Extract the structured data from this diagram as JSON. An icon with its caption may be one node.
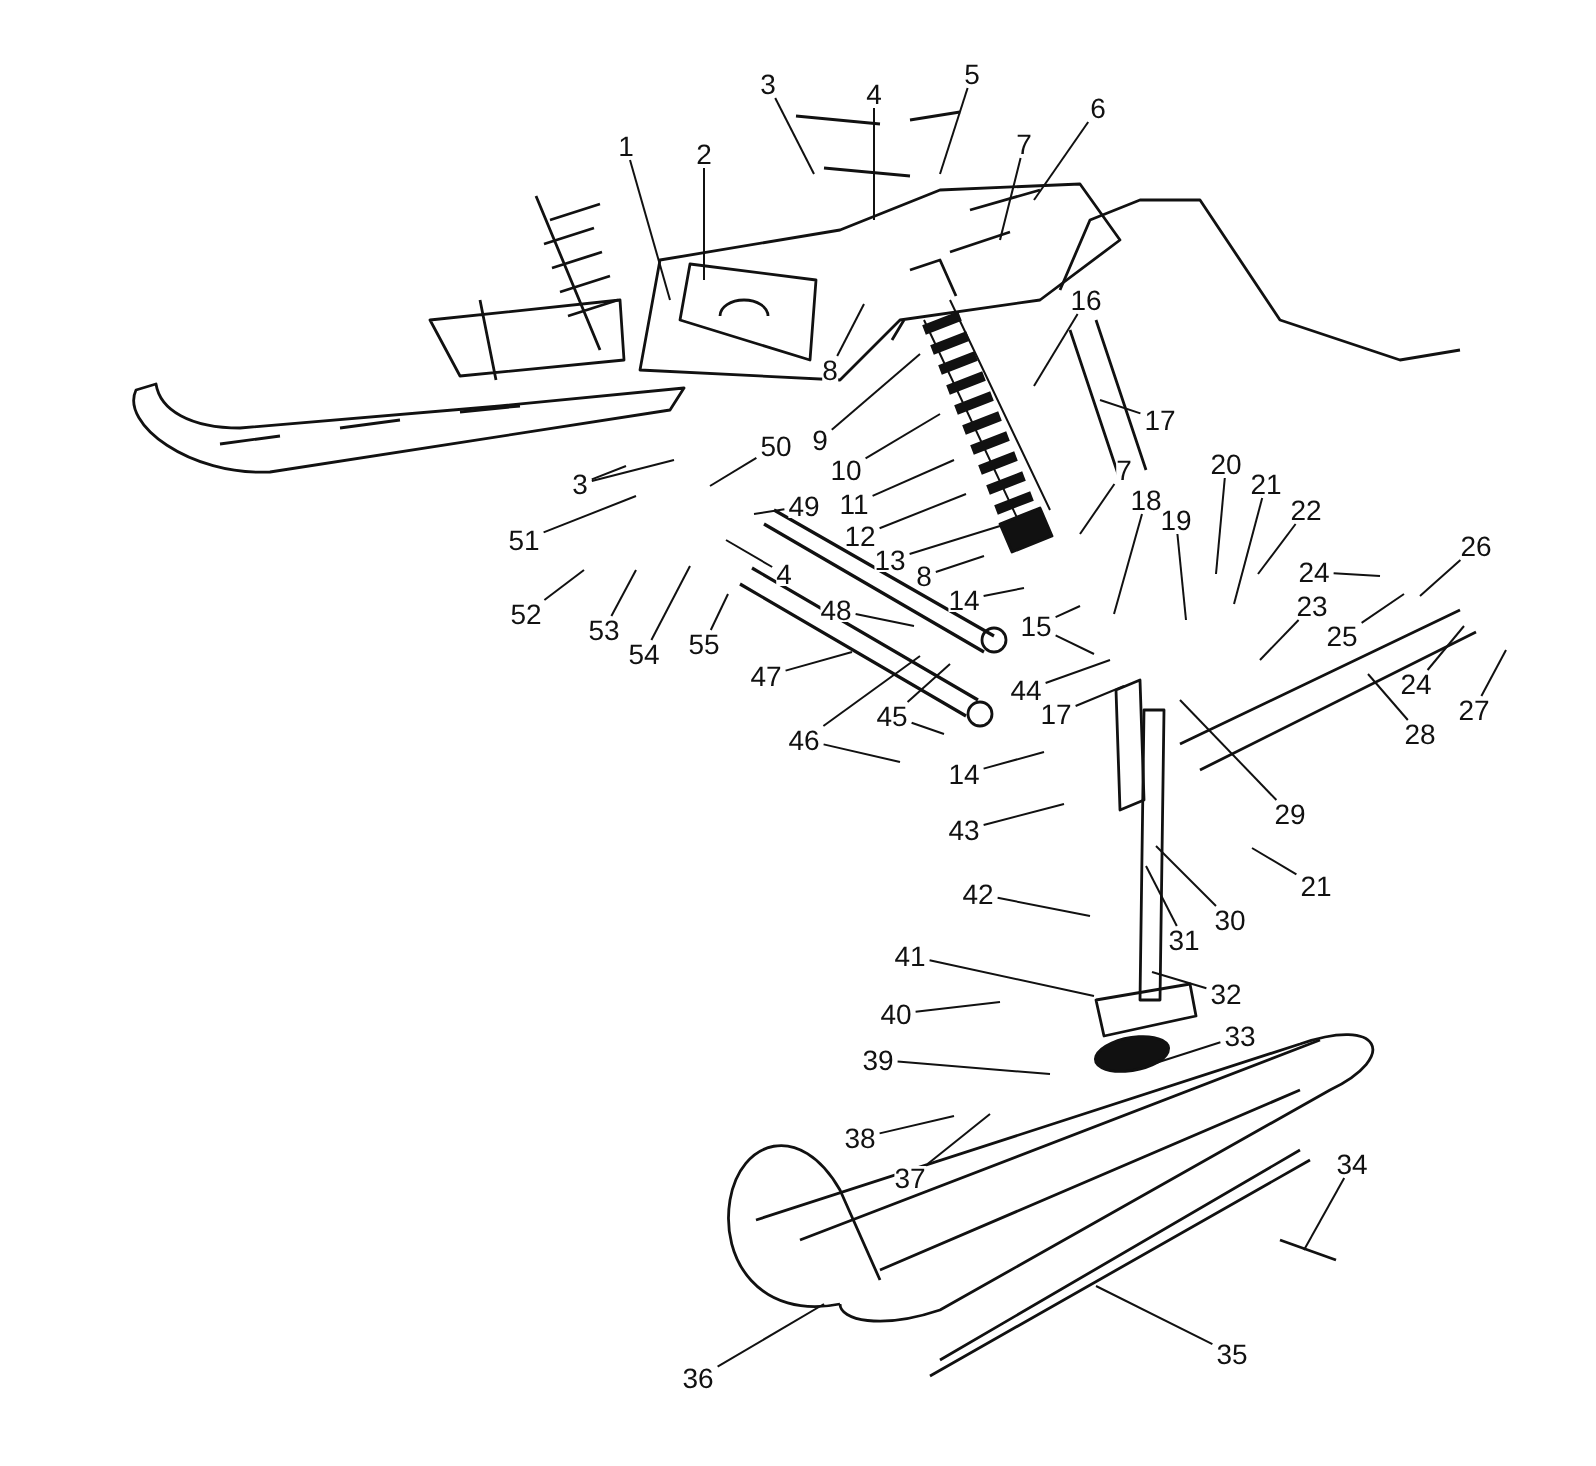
{
  "diagram": {
    "nodes": [
      {
        "text": [
          "1"
        ]
      },
      {
        "text": [
          "2"
        ]
      },
      {
        "text": [
          "3"
        ]
      },
      {
        "text": [
          "4"
        ]
      },
      {
        "text": [
          "5"
        ]
      },
      {
        "text": [
          "6"
        ]
      },
      {
        "text": [
          "7"
        ]
      },
      {
        "text": [
          "16"
        ]
      },
      {
        "text": [
          "8"
        ]
      },
      {
        "text": [
          "17"
        ]
      },
      {
        "text": [
          "9"
        ]
      },
      {
        "text": [
          "50"
        ]
      },
      {
        "text": [
          "20"
        ]
      },
      {
        "text": [
          "10"
        ]
      },
      {
        "text": [
          "7"
        ]
      },
      {
        "text": [
          "3"
        ]
      },
      {
        "text": [
          "21"
        ]
      },
      {
        "text": [
          "18"
        ]
      },
      {
        "text": [
          "11"
        ]
      },
      {
        "text": [
          "49"
        ]
      },
      {
        "text": [
          "22"
        ]
      },
      {
        "text": [
          "19"
        ]
      },
      {
        "text": [
          "12"
        ]
      },
      {
        "text": [
          "51"
        ]
      },
      {
        "text": [
          "26"
        ]
      },
      {
        "text": [
          "13"
        ]
      },
      {
        "text": [
          "24"
        ]
      },
      {
        "text": [
          "4"
        ]
      },
      {
        "text": [
          "8"
        ]
      },
      {
        "text": [
          "14"
        ]
      },
      {
        "text": [
          "23"
        ]
      },
      {
        "text": [
          "48"
        ]
      },
      {
        "text": [
          "52"
        ]
      },
      {
        "text": [
          "15"
        ]
      },
      {
        "text": [
          "53"
        ]
      },
      {
        "text": [
          "25"
        ]
      },
      {
        "text": [
          "55"
        ]
      },
      {
        "text": [
          "54"
        ]
      },
      {
        "text": [
          "47"
        ]
      },
      {
        "text": [
          "24"
        ]
      },
      {
        "text": [
          "44"
        ]
      },
      {
        "text": [
          "27"
        ]
      },
      {
        "text": [
          "45"
        ]
      },
      {
        "text": [
          "17"
        ]
      },
      {
        "text": [
          "46"
        ]
      },
      {
        "text": [
          "28"
        ]
      },
      {
        "text": [
          "14"
        ]
      },
      {
        "text": [
          "29"
        ]
      },
      {
        "text": [
          "43"
        ]
      },
      {
        "text": [
          "21"
        ]
      },
      {
        "text": [
          "42"
        ]
      },
      {
        "text": [
          "30"
        ]
      },
      {
        "text": [
          "31"
        ]
      },
      {
        "text": [
          "41"
        ]
      },
      {
        "text": [
          "32"
        ]
      },
      {
        "text": [
          "40"
        ]
      },
      {
        "text": [
          "33"
        ]
      },
      {
        "text": [
          "39"
        ]
      },
      {
        "text": [
          "38"
        ]
      },
      {
        "text": [
          "34"
        ]
      },
      {
        "text": [
          "37"
        ]
      },
      {
        "text": [
          "35"
        ]
      },
      {
        "text": [
          "36"
        ]
      }
    ],
    "edges": [
      {
        "from": 0,
        "to": null,
        "arrow": "none"
      },
      {
        "from": 1,
        "to": null,
        "arrow": "none"
      },
      {
        "from": 2,
        "to": null,
        "arrow": "none"
      },
      {
        "from": 3,
        "to": null,
        "arrow": "none"
      },
      {
        "from": 4,
        "to": null,
        "arrow": "none"
      },
      {
        "from": 5,
        "to": null,
        "arrow": "none"
      },
      {
        "from": 6,
        "to": null,
        "arrow": "none"
      },
      {
        "from": 7,
        "to": null,
        "arrow": "none"
      },
      {
        "from": 8,
        "to": null,
        "arrow": "none"
      },
      {
        "from": 9,
        "to": null,
        "arrow": "none"
      },
      {
        "from": 10,
        "to": null,
        "arrow": "none"
      },
      {
        "from": 11,
        "to": null,
        "arrow": "none"
      },
      {
        "from": 12,
        "to": null,
        "arrow": "none"
      },
      {
        "from": 13,
        "to": null,
        "arrow": "none"
      },
      {
        "from": 14,
        "to": null,
        "arrow": "none"
      },
      {
        "from": 15,
        "to": null,
        "arrow": "none"
      },
      {
        "from": 15,
        "to": null,
        "arrow": "none"
      },
      {
        "from": 16,
        "to": null,
        "arrow": "none"
      },
      {
        "from": 17,
        "to": null,
        "arrow": "none"
      },
      {
        "from": 18,
        "to": null,
        "arrow": "none"
      },
      {
        "from": 19,
        "to": null,
        "arrow": "none"
      },
      {
        "from": 20,
        "to": null,
        "arrow": "none"
      },
      {
        "from": 21,
        "to": null,
        "arrow": "none"
      },
      {
        "from": 22,
        "to": null,
        "arrow": "none"
      },
      {
        "from": 23,
        "to": null,
        "arrow": "none"
      },
      {
        "from": 24,
        "to": null,
        "arrow": "none"
      },
      {
        "from": 25,
        "to": null,
        "arrow": "none"
      },
      {
        "from": 26,
        "to": null,
        "arrow": "none"
      },
      {
        "from": 27,
        "to": null,
        "arrow": "none"
      },
      {
        "from": 28,
        "to": null,
        "arrow": "none"
      },
      {
        "from": 29,
        "to": null,
        "arrow": "none"
      },
      {
        "from": 30,
        "to": null,
        "arrow": "none"
      },
      {
        "from": 31,
        "to": null,
        "arrow": "none"
      },
      {
        "from": 32,
        "to": null,
        "arrow": "none"
      },
      {
        "from": 33,
        "to": null,
        "arrow": "none"
      },
      {
        "from": 33,
        "to": null,
        "arrow": "none"
      },
      {
        "from": 34,
        "to": null,
        "arrow": "none"
      },
      {
        "from": 35,
        "to": null,
        "arrow": "none"
      },
      {
        "from": 36,
        "to": null,
        "arrow": "none"
      },
      {
        "from": 37,
        "to": null,
        "arrow": "none"
      },
      {
        "from": 38,
        "to": null,
        "arrow": "none"
      },
      {
        "from": 39,
        "to": null,
        "arrow": "none"
      },
      {
        "from": 40,
        "to": null,
        "arrow": "none"
      },
      {
        "from": 41,
        "to": null,
        "arrow": "none"
      },
      {
        "from": 42,
        "to": null,
        "arrow": "none"
      },
      {
        "from": 42,
        "to": null,
        "arrow": "none"
      },
      {
        "from": 43,
        "to": null,
        "arrow": "none"
      },
      {
        "from": 44,
        "to": null,
        "arrow": "none"
      },
      {
        "from": 44,
        "to": null,
        "arrow": "none"
      },
      {
        "from": 45,
        "to": null,
        "arrow": "none"
      },
      {
        "from": 46,
        "to": null,
        "arrow": "none"
      },
      {
        "from": 47,
        "to": null,
        "arrow": "none"
      },
      {
        "from": 48,
        "to": null,
        "arrow": "none"
      },
      {
        "from": 49,
        "to": null,
        "arrow": "none"
      },
      {
        "from": 50,
        "to": null,
        "arrow": "none"
      },
      {
        "from": 51,
        "to": null,
        "arrow": "none"
      },
      {
        "from": 52,
        "to": null,
        "arrow": "none"
      },
      {
        "from": 53,
        "to": null,
        "arrow": "none"
      },
      {
        "from": 54,
        "to": null,
        "arrow": "none"
      },
      {
        "from": 55,
        "to": null,
        "arrow": "none"
      },
      {
        "from": 56,
        "to": null,
        "arrow": "none"
      },
      {
        "from": 57,
        "to": null,
        "arrow": "none"
      },
      {
        "from": 58,
        "to": null,
        "arrow": "none"
      },
      {
        "from": 59,
        "to": null,
        "arrow": "none"
      },
      {
        "from": 60,
        "to": null,
        "arrow": "none"
      },
      {
        "from": 61,
        "to": null,
        "arrow": "none"
      },
      {
        "from": 62,
        "to": null,
        "arrow": "none"
      }
    ]
  }
}
